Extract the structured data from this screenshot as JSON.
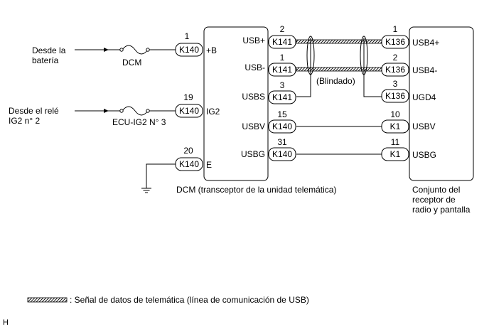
{
  "sources": {
    "battery": [
      "Desde la",
      "batería"
    ],
    "relay": [
      "Desde el relé",
      "IG2 n° 2"
    ]
  },
  "fuses": {
    "dcm": "DCM",
    "ecu_ig2": "ECU-IG2 N° 3"
  },
  "dcm": {
    "caption": "DCM (transceptor de la unidad telemática)",
    "left_pins": [
      {
        "num": "1",
        "conn": "K140",
        "label": "+B"
      },
      {
        "num": "19",
        "conn": "K140",
        "label": "IG2"
      },
      {
        "num": "20",
        "conn": "K140",
        "label": "E"
      }
    ],
    "right_pins": [
      {
        "num": "2",
        "conn": "K141",
        "label": "USB+"
      },
      {
        "num": "1",
        "conn": "K141",
        "label": "USB-"
      },
      {
        "num": "3",
        "conn": "K141",
        "label": "USBS"
      },
      {
        "num": "15",
        "conn": "K140",
        "label": "USBV"
      },
      {
        "num": "31",
        "conn": "K140",
        "label": "USBG"
      }
    ]
  },
  "shield_label": "(Blindado)",
  "receiver": {
    "caption": [
      "Conjunto del",
      "receptor de",
      "radio y pantalla"
    ],
    "pins": [
      {
        "num": "1",
        "conn": "K136",
        "label": "USB4+"
      },
      {
        "num": "2",
        "conn": "K136",
        "label": "USB4-"
      },
      {
        "num": "3",
        "conn": "K136",
        "label": "UGD4"
      },
      {
        "num": "10",
        "conn": "K1",
        "label": "USBV"
      },
      {
        "num": "11",
        "conn": "K1",
        "label": "USBG"
      }
    ]
  },
  "legend": ": Señal de datos de telemática (línea de comunicación de USB)",
  "corner_mark": "H"
}
